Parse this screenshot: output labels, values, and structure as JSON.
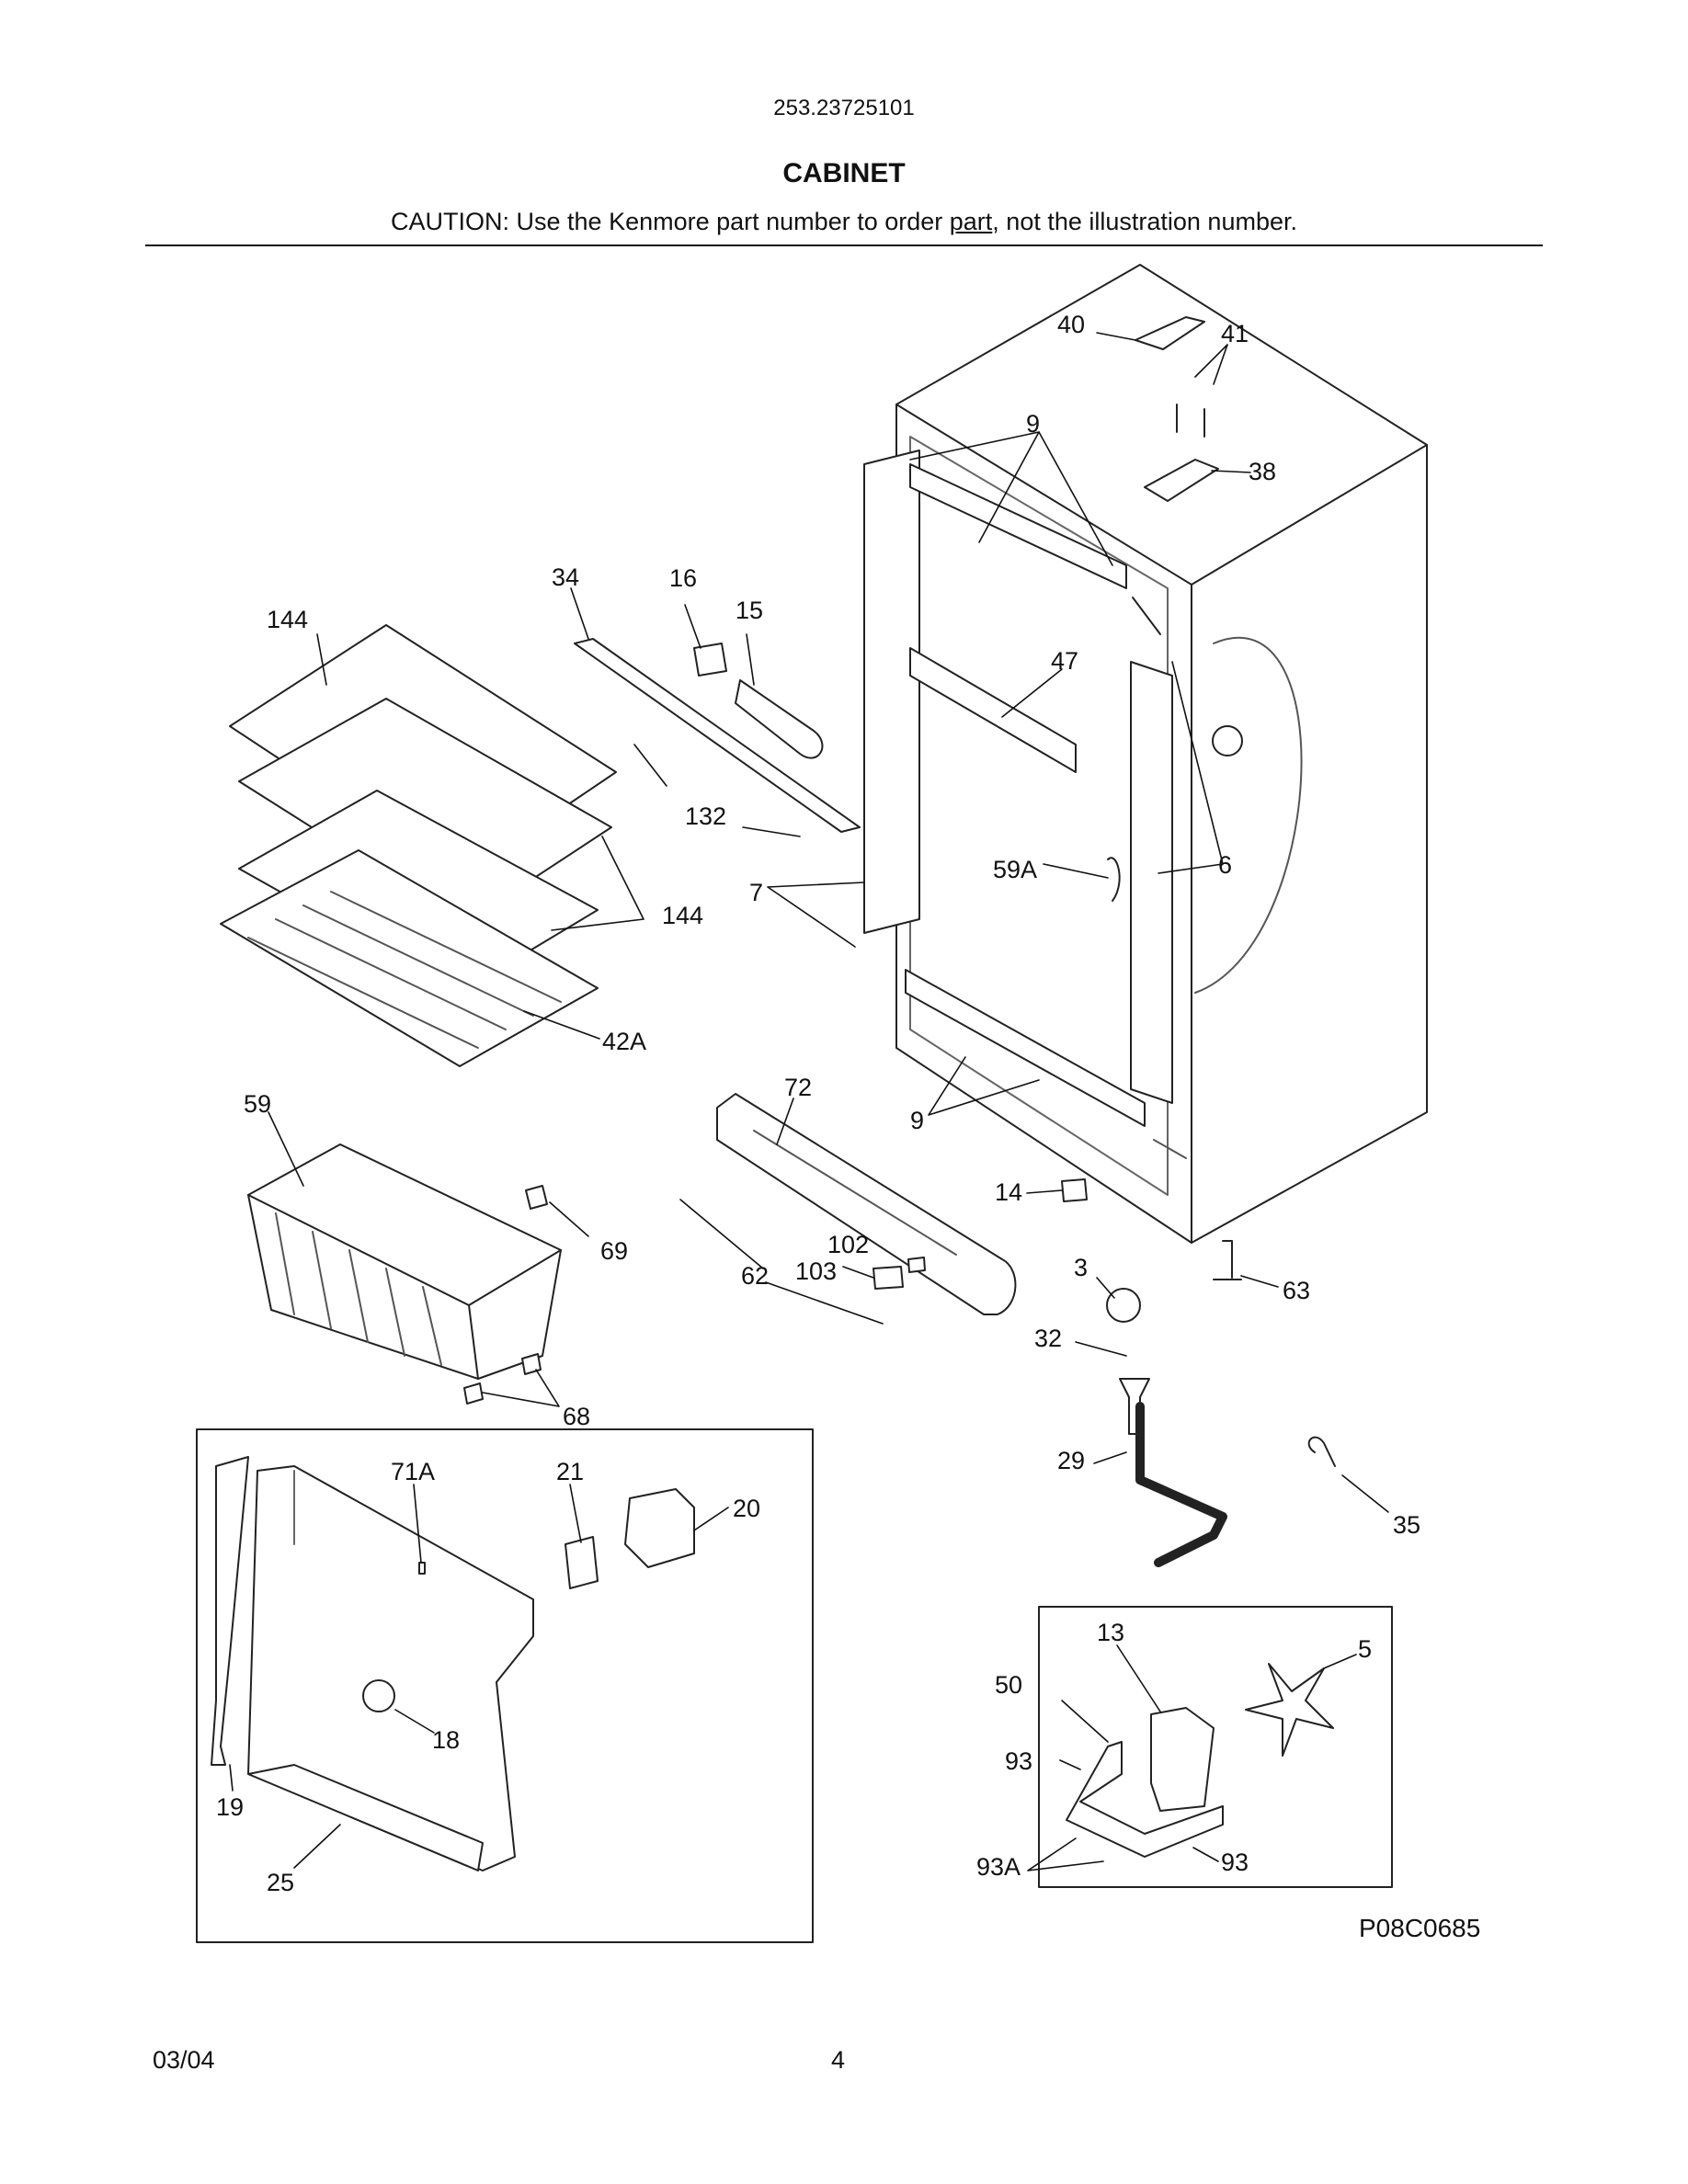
{
  "header": {
    "model_number": "253.23725101",
    "title": "CABINET",
    "caution_before": "CAUTION: Use the Kenmore part number to order ",
    "caution_underlined": "part",
    "caution_after": ", not the illustration number."
  },
  "diagram": {
    "code": "P08C0685",
    "callouts": {
      "c40": "40",
      "c41": "41",
      "c9a": "9",
      "c38": "38",
      "c34": "34",
      "c16": "16",
      "c15": "15",
      "c144a": "144",
      "c47": "47",
      "c132": "132",
      "c7": "7",
      "c59A": "59A",
      "c6": "6",
      "c144b": "144",
      "c42A": "42A",
      "c72": "72",
      "c9b": "9",
      "c59": "59",
      "c14": "14",
      "c69": "69",
      "c102": "102",
      "c103": "103",
      "c62": "62",
      "c3": "3",
      "c63": "63",
      "c32": "32",
      "c68": "68",
      "c71A": "71A",
      "c21": "21",
      "c20": "20",
      "c29": "29",
      "c35": "35",
      "c18": "18",
      "c19": "19",
      "c25": "25",
      "c13": "13",
      "c5": "5",
      "c50": "50",
      "c93a": "93",
      "c93b": "93",
      "c93A": "93A"
    }
  },
  "footer": {
    "date": "03/04",
    "page": "4"
  }
}
